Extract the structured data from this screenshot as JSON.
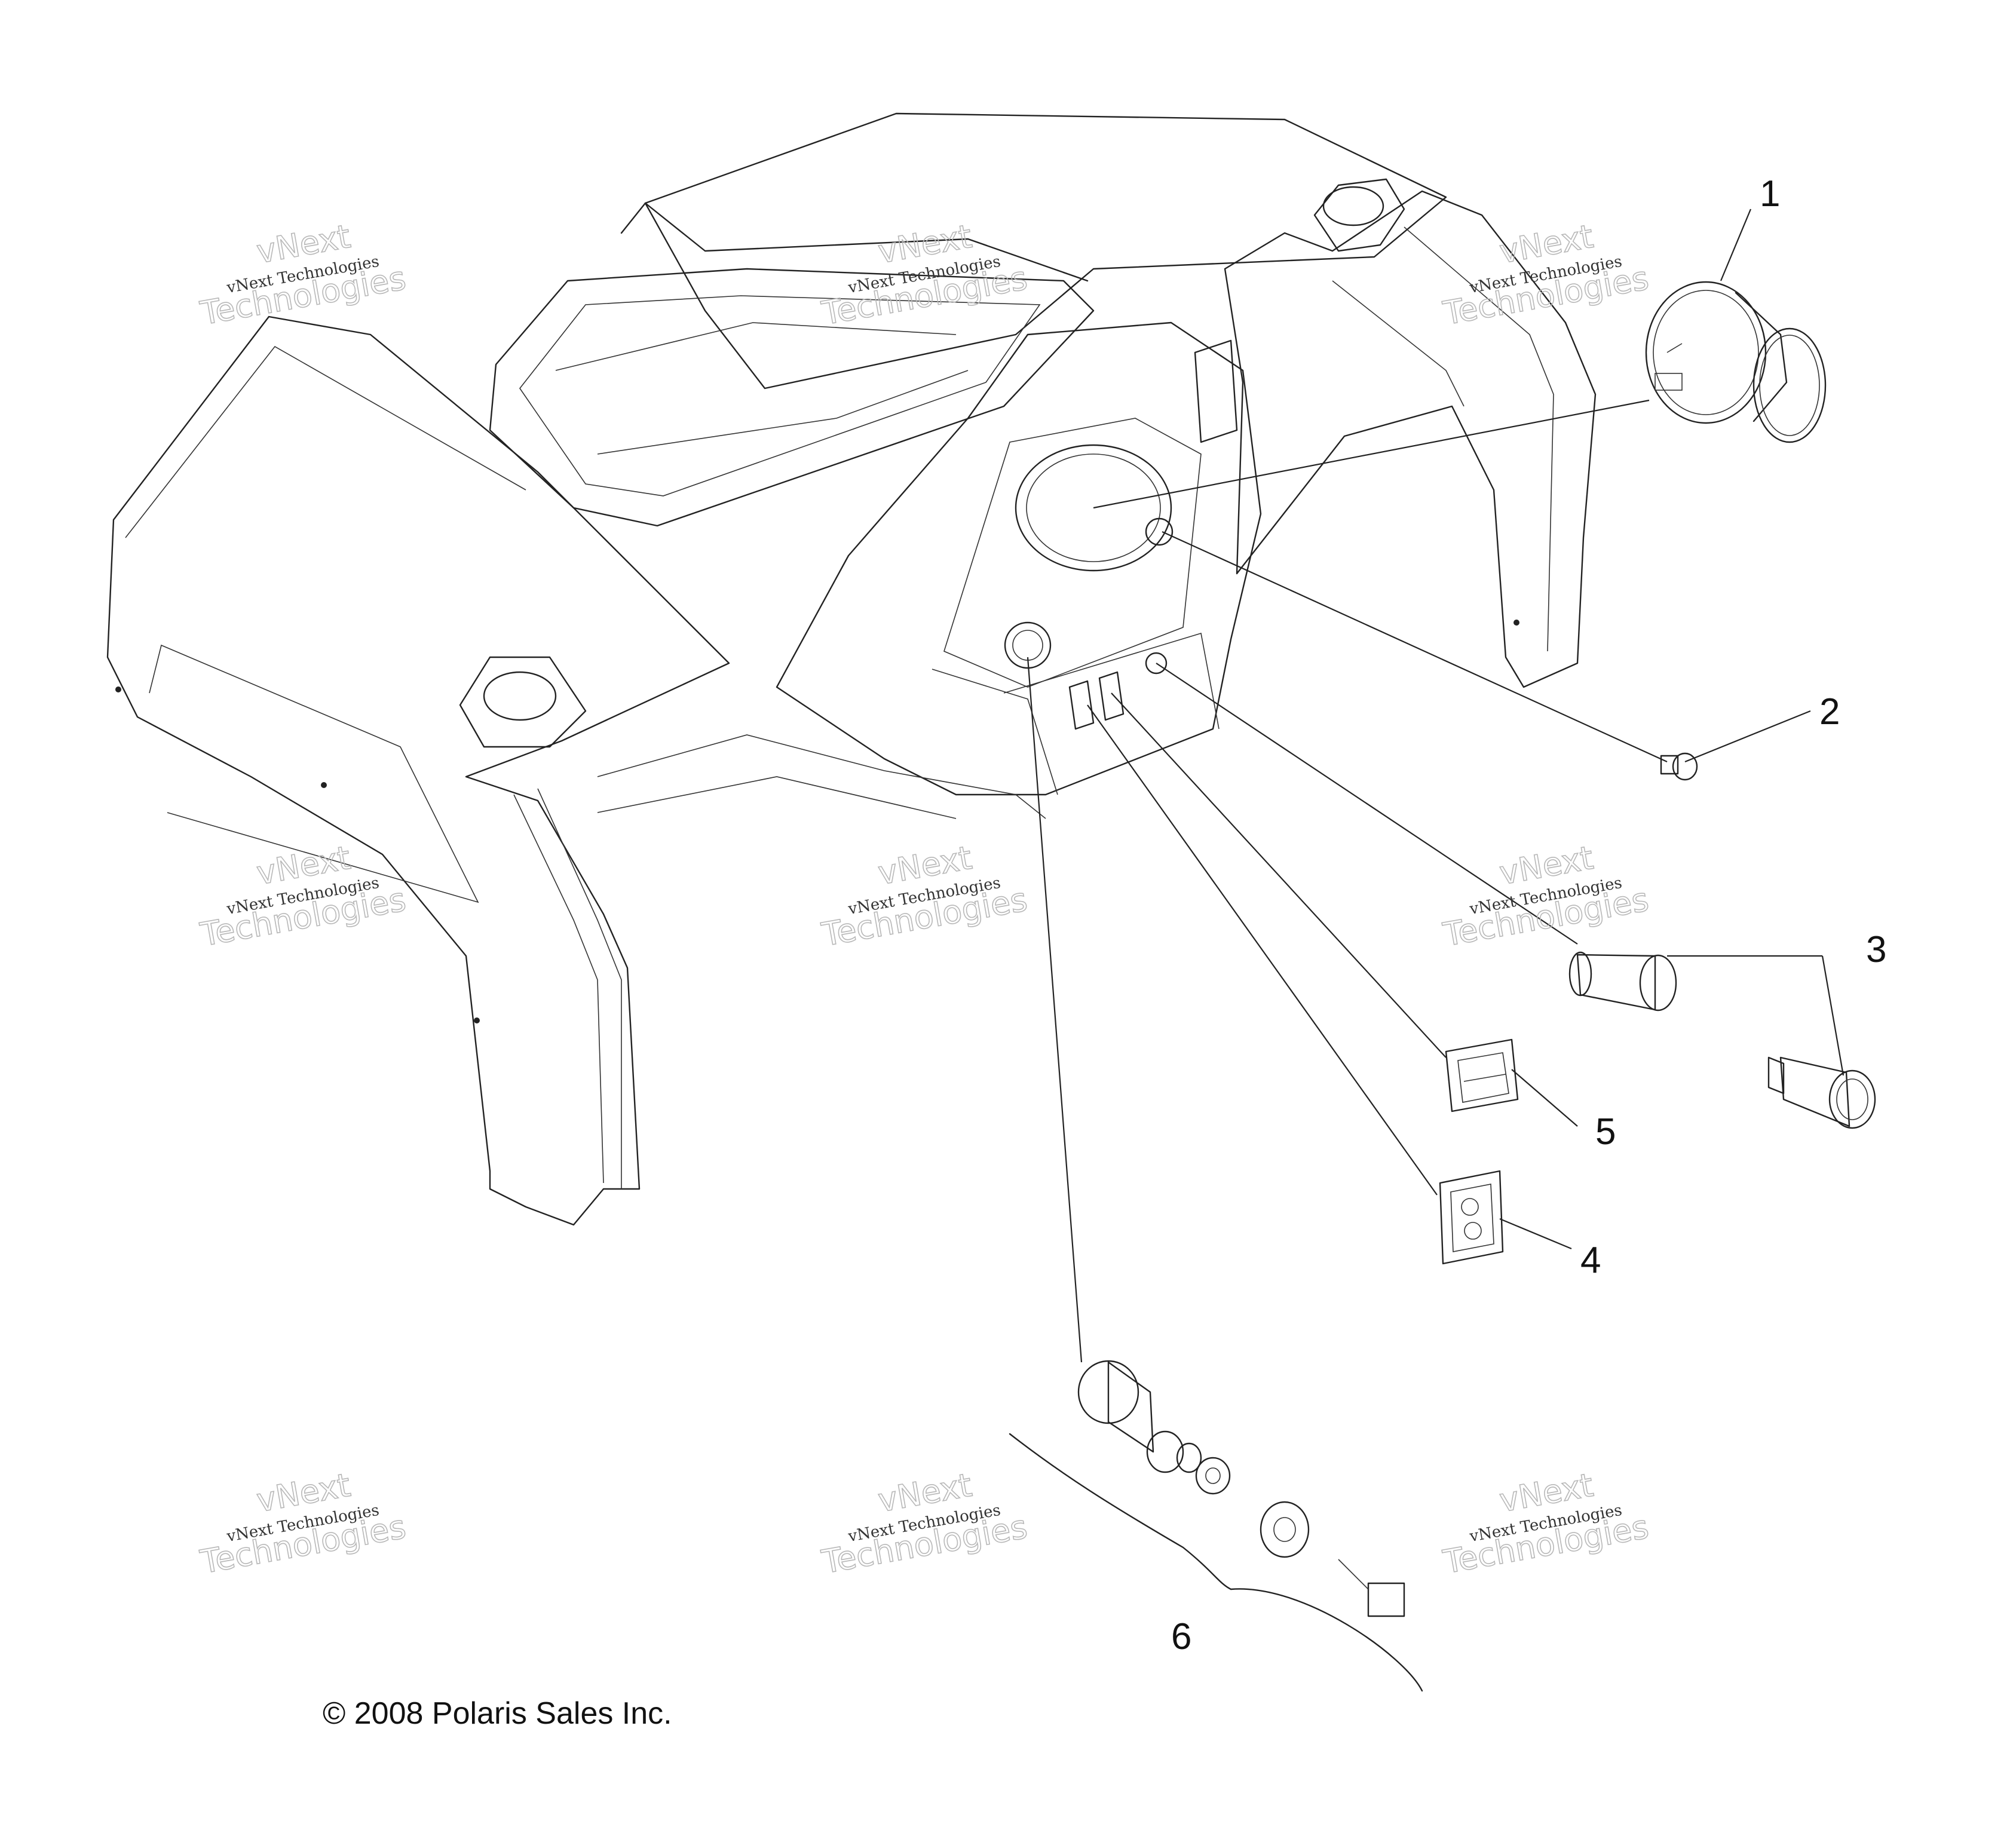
{
  "diagram": {
    "callouts": [
      {
        "label": "1"
      },
      {
        "label": "2"
      },
      {
        "label": "3"
      },
      {
        "label": "4"
      },
      {
        "label": "5"
      },
      {
        "label": "6"
      }
    ],
    "copyright": "© 2008 Polaris Sales Inc.",
    "watermark": {
      "line1": "vNext",
      "line2": "vNext Technologies",
      "line3": "Technologies"
    }
  }
}
